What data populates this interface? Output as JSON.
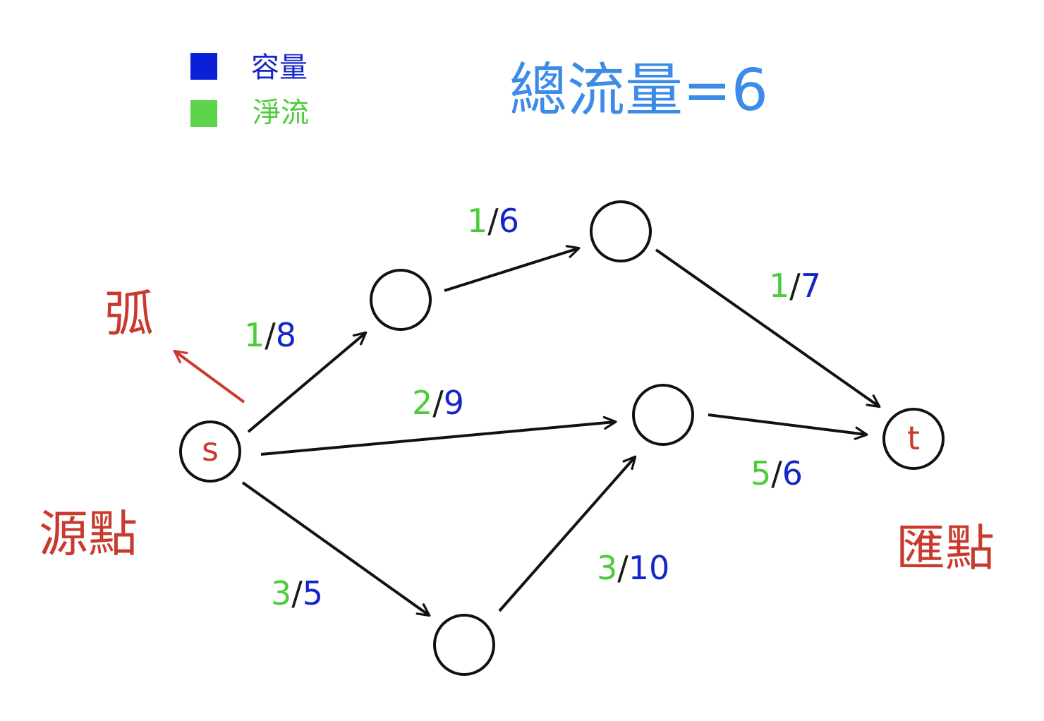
{
  "colors": {
    "capacity": "#1526c8",
    "flow": "#4ccc3a",
    "title": "#3d8be8",
    "annotation": "#c93a2e",
    "line": "#111111"
  },
  "legend": {
    "capacity_label": "容量",
    "flow_label": "淨流"
  },
  "title": "總流量=6",
  "annotations": {
    "arc": "弧",
    "source": "源點",
    "sink": "匯點"
  },
  "nodes": {
    "source_label": "s",
    "sink_label": "t"
  },
  "edges": [
    {
      "id": "s-a",
      "flow": "1",
      "sep": "/",
      "capacity": "8"
    },
    {
      "id": "a-b",
      "flow": "1",
      "sep": "/",
      "capacity": "6"
    },
    {
      "id": "b-t",
      "flow": "1",
      "sep": "/",
      "capacity": "7"
    },
    {
      "id": "s-c",
      "flow": "2",
      "sep": "/",
      "capacity": "9"
    },
    {
      "id": "c-t",
      "flow": "5",
      "sep": "/",
      "capacity": "6"
    },
    {
      "id": "s-d",
      "flow": "3",
      "sep": "/",
      "capacity": "5"
    },
    {
      "id": "d-c",
      "flow": "3",
      "sep": "/",
      "capacity": "10"
    }
  ]
}
